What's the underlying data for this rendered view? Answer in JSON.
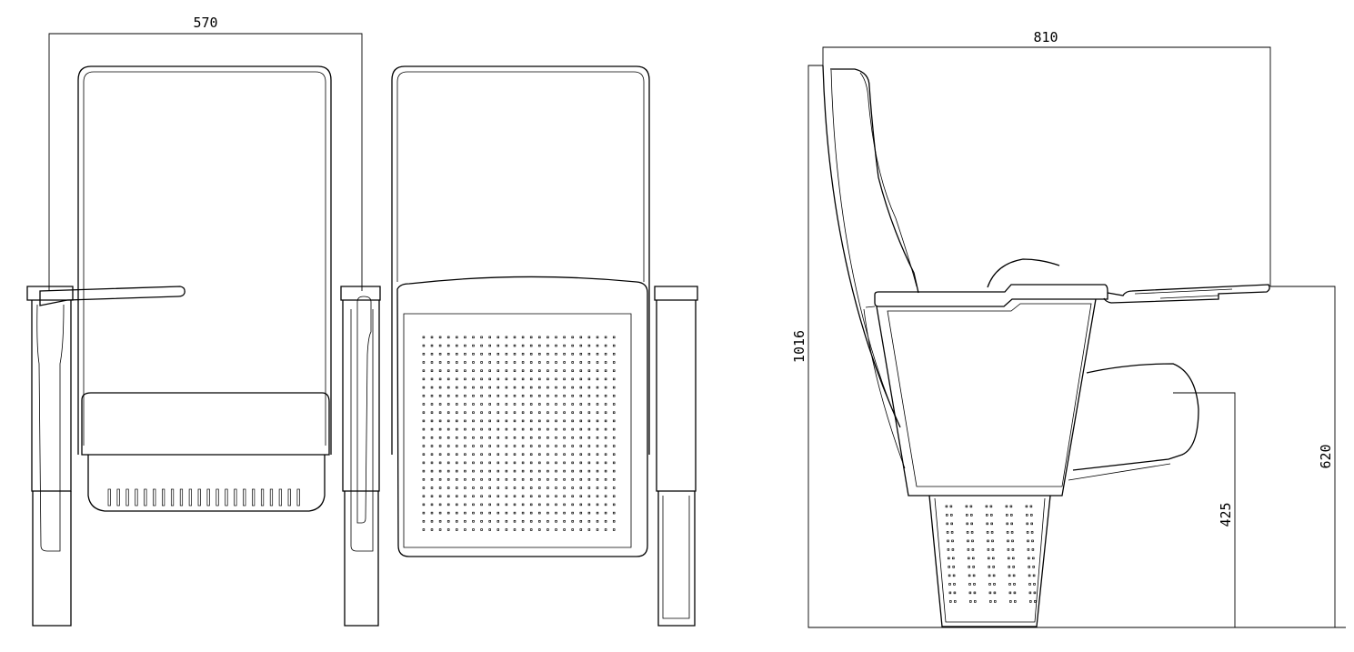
{
  "drawing": {
    "front_view": {
      "width_dimension": "570"
    },
    "side_view": {
      "depth_dimension": "810",
      "height_dimension": "1016",
      "armrest_height_dimension": "620",
      "seat_height_dimension": "425"
    }
  }
}
